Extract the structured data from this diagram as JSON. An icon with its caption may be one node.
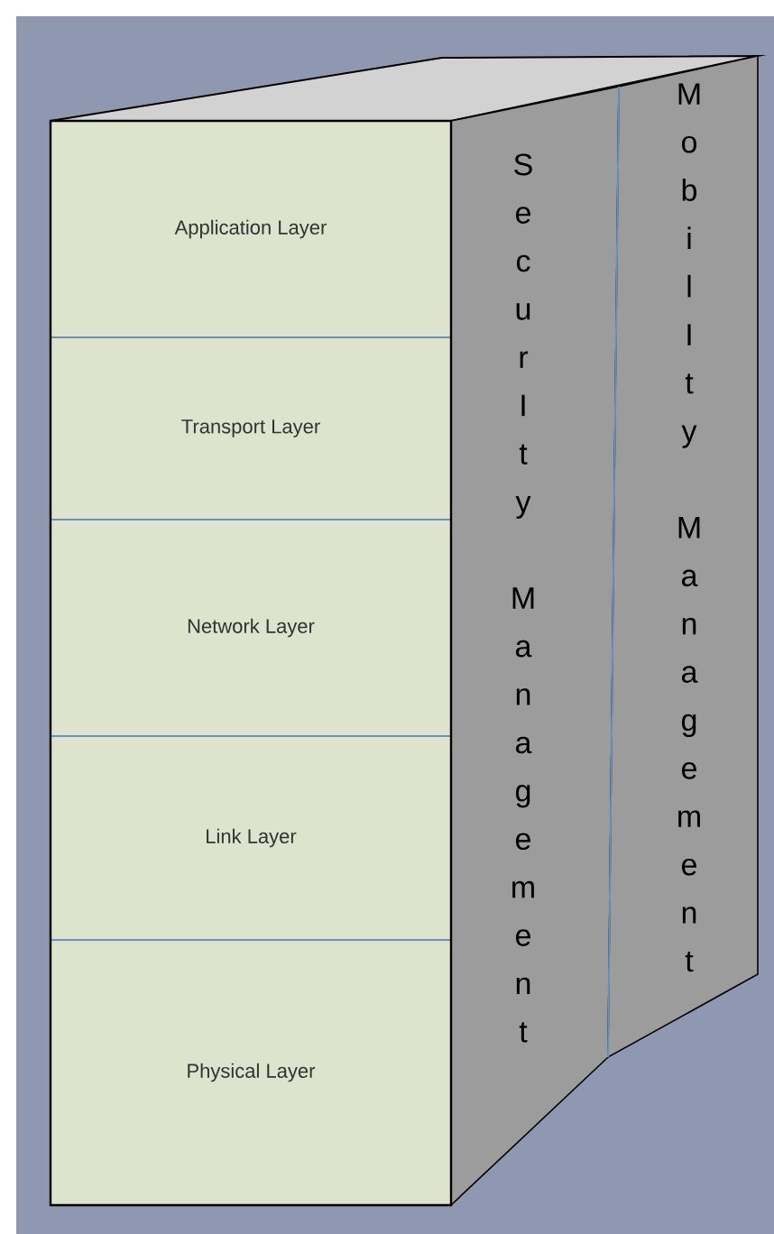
{
  "diagram": {
    "nodes": [
      {
        "text": [
          "Application Layer"
        ]
      },
      {
        "text": [
          "Transport Layer"
        ]
      },
      {
        "text": [
          "Network Layer"
        ]
      },
      {
        "text": [
          "Link Layer"
        ]
      },
      {
        "text": [
          "Physical Layer"
        ]
      },
      {
        "text": [
          "SecurIty Management"
        ]
      },
      {
        "text": [
          "MobilIty Management"
        ]
      }
    ]
  }
}
